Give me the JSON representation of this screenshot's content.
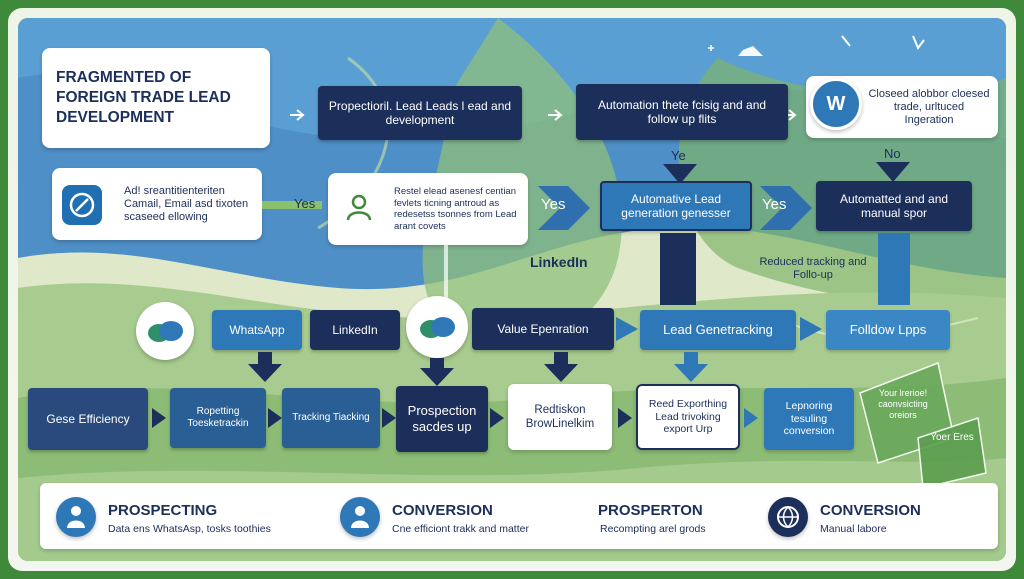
{
  "title": "FRAGMENTED OF FOREIGN TRADE LEAD DEVELOPMENT",
  "top_row": {
    "box1": "Propectioril. Lead Leads l ead and development",
    "box2": "Automation thete fcisig and and follow up flits",
    "box3": "Closeed alobbor cloesed trade, urltuced Ingeration",
    "w_icon_letter": "W"
  },
  "second_row": {
    "left_card": "Ad! sreantitienteriten Camail, Email asd tixoten scaseed ellowing",
    "yes1": "Yes",
    "mid_card": "Restel elead asenesf centian fevlets ticning antroud as redesetss tsonnes from Lead arant covets",
    "yes2": "Yes",
    "ye_label": "Ye",
    "no_label": "No",
    "box_auto_lead": "Automative Lead generation genesser",
    "yes3": "Yes",
    "box_auto_manual": "Automatted and and manual spor"
  },
  "mid_labels": {
    "linkedin": "LinkedIn",
    "reduced": "Reduced tracking and Follo-up"
  },
  "third_row": {
    "whatsapp": "WhatsApp",
    "linkedin": "LinkedIn",
    "value": "Value Epenration",
    "lead_gen": "Lead Genetracking",
    "follow": "Folldow Lpps"
  },
  "fourth_row": {
    "efficiency": "Gese Efficiency",
    "reporting": "Ropetting Toesketrackin",
    "tracking": "Tracking Tiacking",
    "prospection": "Prospection sacdes up",
    "redisk": "Redtiskon BrowLinelkim",
    "reed": "Reed Exporthing Lead trivoking export Urp",
    "lepnoring": "Lepnoring tesuling conversion"
  },
  "bubbles": {
    "b1": "Your lrerioe! caonvsicting oreiors",
    "b2": "Yoer Eres"
  },
  "footer": [
    {
      "title": "PROSPECTING",
      "sub": "Data ens WhatsAsp, tosks toothies"
    },
    {
      "title": "CONVERSION",
      "sub": "Cne efficiont trakk and matter"
    },
    {
      "title": "PROSPERTON",
      "sub": "Recompting arel grods"
    },
    {
      "title": "CONVERSION",
      "sub": "Manual labore"
    }
  ],
  "colors": {
    "navy": "#1c2e5a",
    "blue": "#2f78b8",
    "green": "#3f8a3a"
  }
}
